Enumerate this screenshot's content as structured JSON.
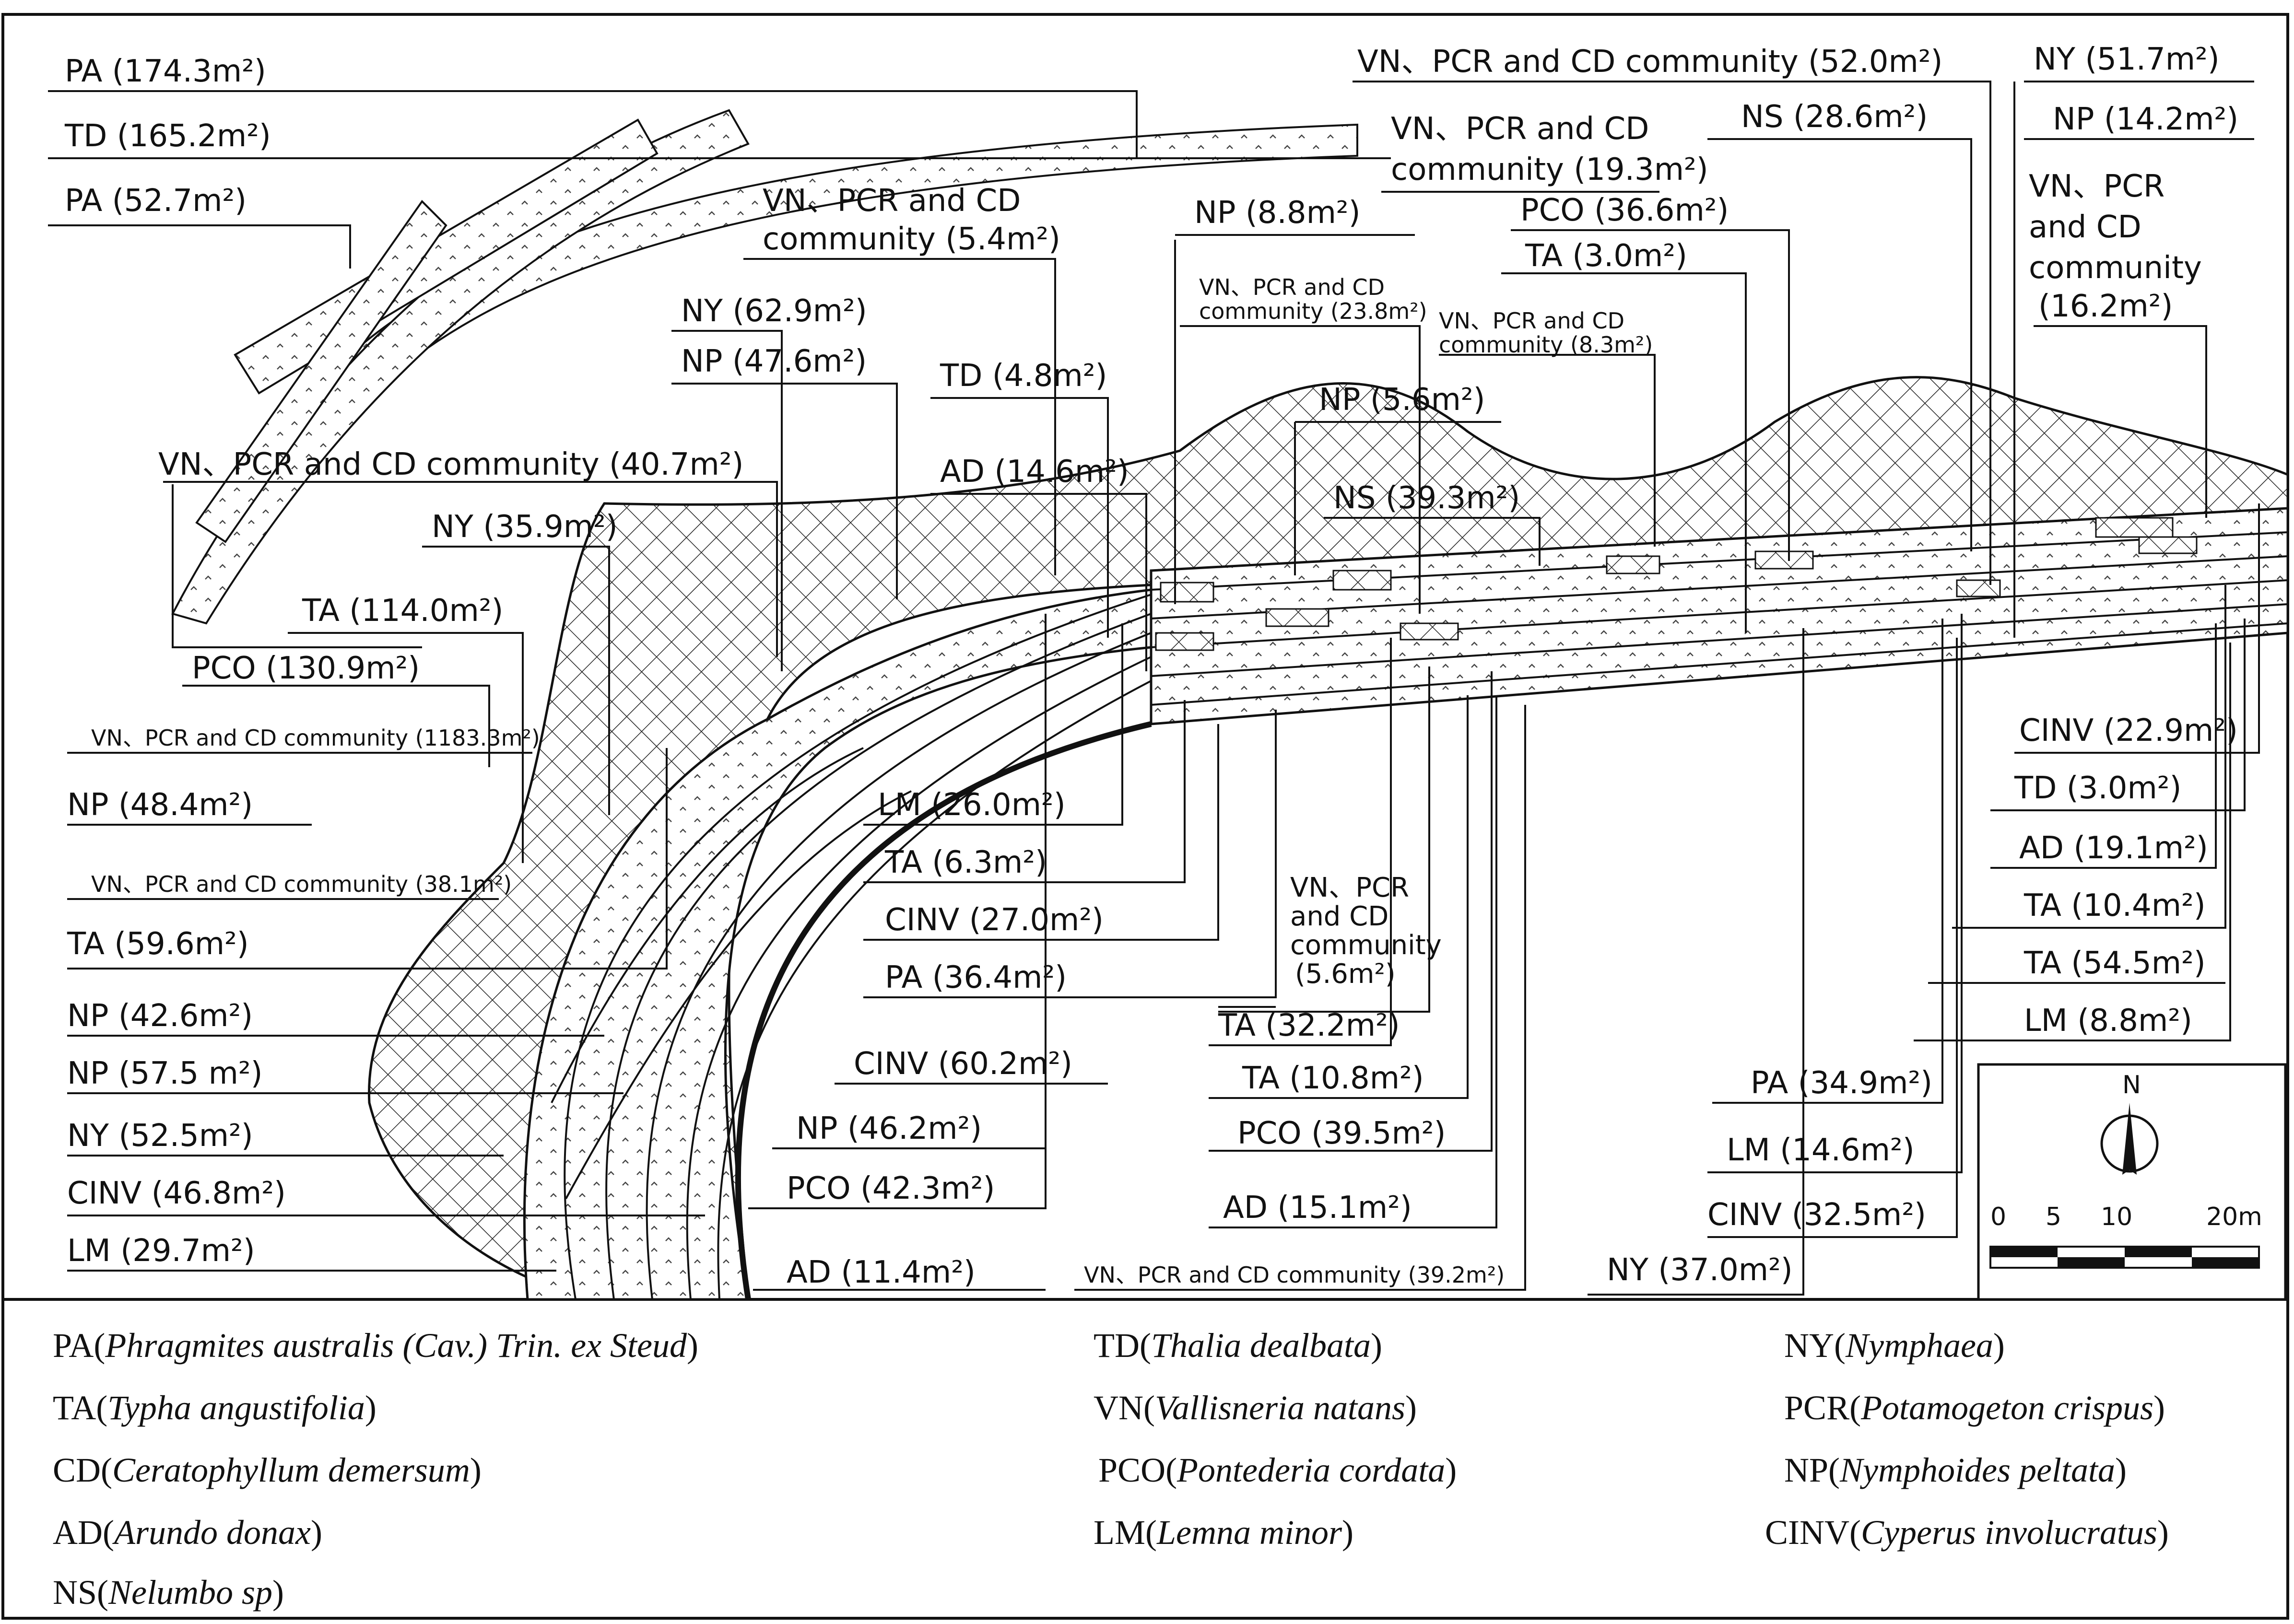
{
  "labels": {
    "l01": "PA (174.3m²)",
    "l02": "TD (165.2m²)",
    "l03": "PA (52.7m²)",
    "l04": "VN、PCR and CD",
    "l04b": "community (5.4m²)",
    "l05": "NY (62.9m²)",
    "l06": "NP (47.6m²)",
    "l07": "TD (4.8m²)",
    "l08": "AD (14.6m²)",
    "l09": "VN、PCR and CD community (40.7m²)",
    "l10": "NY (35.9m²)",
    "l11": "TA (114.0m²)",
    "l12": "PCO (130.9m²)",
    "l13": "VN、PCR and CD community (1183.3m²)",
    "l14": "NP (48.4m²)",
    "l15": "VN、PCR and CD community (38.1m²)",
    "l16": "TA (59.6m²)",
    "l17": "NP (42.6m²)",
    "l18": "NP (57.5 m²)",
    "l19": "NY (52.5m²)",
    "l20": "CINV (46.8m²)",
    "l21": "LM (29.7m²)",
    "l22": "LM (26.0m²)",
    "l23": "TA (6.3m²)",
    "l24": "CINV (27.0m²)",
    "l25": "PA (36.4m²)",
    "l26": "CINV (60.2m²)",
    "l27": "NP (46.2m²)",
    "l28": "PCO (42.3m²)",
    "l29": "AD (11.4m²)",
    "l30": "VN、PCR and CD community (39.2m²)",
    "l31": "NP (8.8m²)",
    "l32": "VN、PCR and CD",
    "l32b": "community (23.8m²)",
    "l33": "VN、PCR and CD",
    "l33b": "community (8.3m²)",
    "l34": "NP (5.6m²)",
    "l35": "NS (39.3m²)",
    "l36": "VN、PCR",
    "l36b": "and CD",
    "l36c": "community",
    "l36d": "(5.6m²)",
    "l37": "TA (32.2m²)",
    "l38": "TA (10.8m²)",
    "l39": "PCO (39.5m²)",
    "l40": "AD (15.1m²)",
    "l41": "VN、PCR and CD community (52.0m²)",
    "l42": "VN、PCR and CD",
    "l42b": "community (19.3m²)",
    "l43": "NS (28.6m²)",
    "l44": "PCO (36.6m²)",
    "l45": "TA (3.0m²)",
    "l46": "NY (51.7m²)",
    "l47": "NP (14.2m²)",
    "l48": "VN、PCR",
    "l48b": "and CD",
    "l48c": "community",
    "l48d": "(16.2m²)",
    "l49": "CINV (22.9m²)",
    "l50": "TD (3.0m²)",
    "l51": "AD (19.1m²)",
    "l52": "TA (10.4m²)",
    "l53": "TA (54.5m²)",
    "l54": "LM (8.8m²)",
    "l55": "PA (34.9m²)",
    "l56": "LM (14.6m²)",
    "l57": "CINV (32.5m²)",
    "l58": "NY (37.0m²)"
  },
  "compass": {
    "north": "N"
  },
  "scale": {
    "t0": "0",
    "t1": "5",
    "t2": "10",
    "t3": "20m"
  },
  "legend": [
    {
      "abbr": "PA(",
      "name": "Phragmites australis (Cav.) Trin. ex Steud",
      "close": ")"
    },
    {
      "abbr": "TD(",
      "name": "Thalia dealbata",
      "close": ")"
    },
    {
      "abbr": "NY(",
      "name": "Nymphaea",
      "close": ")"
    },
    {
      "abbr": "TA(",
      "name": "Typha angustifolia",
      "close": ")"
    },
    {
      "abbr": "VN(",
      "name": "Vallisneria natans",
      "close": ")"
    },
    {
      "abbr": "PCR(",
      "name": "Potamogeton crispus",
      "close": ")"
    },
    {
      "abbr": "CD(",
      "name": "Ceratophyllum demersum",
      "close": ")"
    },
    {
      "abbr": "PCO(",
      "name": "Pontederia cordata",
      "close": ")"
    },
    {
      "abbr": "NP(",
      "name": "Nymphoides peltata",
      "close": ")"
    },
    {
      "abbr": "AD(",
      "name": "Arundo donax",
      "close": ")"
    },
    {
      "abbr": "LM(",
      "name": "Lemna minor",
      "close": ")"
    },
    {
      "abbr": "CINV(",
      "name": "Cyperus involucratus",
      "close": ")"
    },
    {
      "abbr": "NS(",
      "name": "Nelumbo sp",
      "close": ")"
    }
  ]
}
